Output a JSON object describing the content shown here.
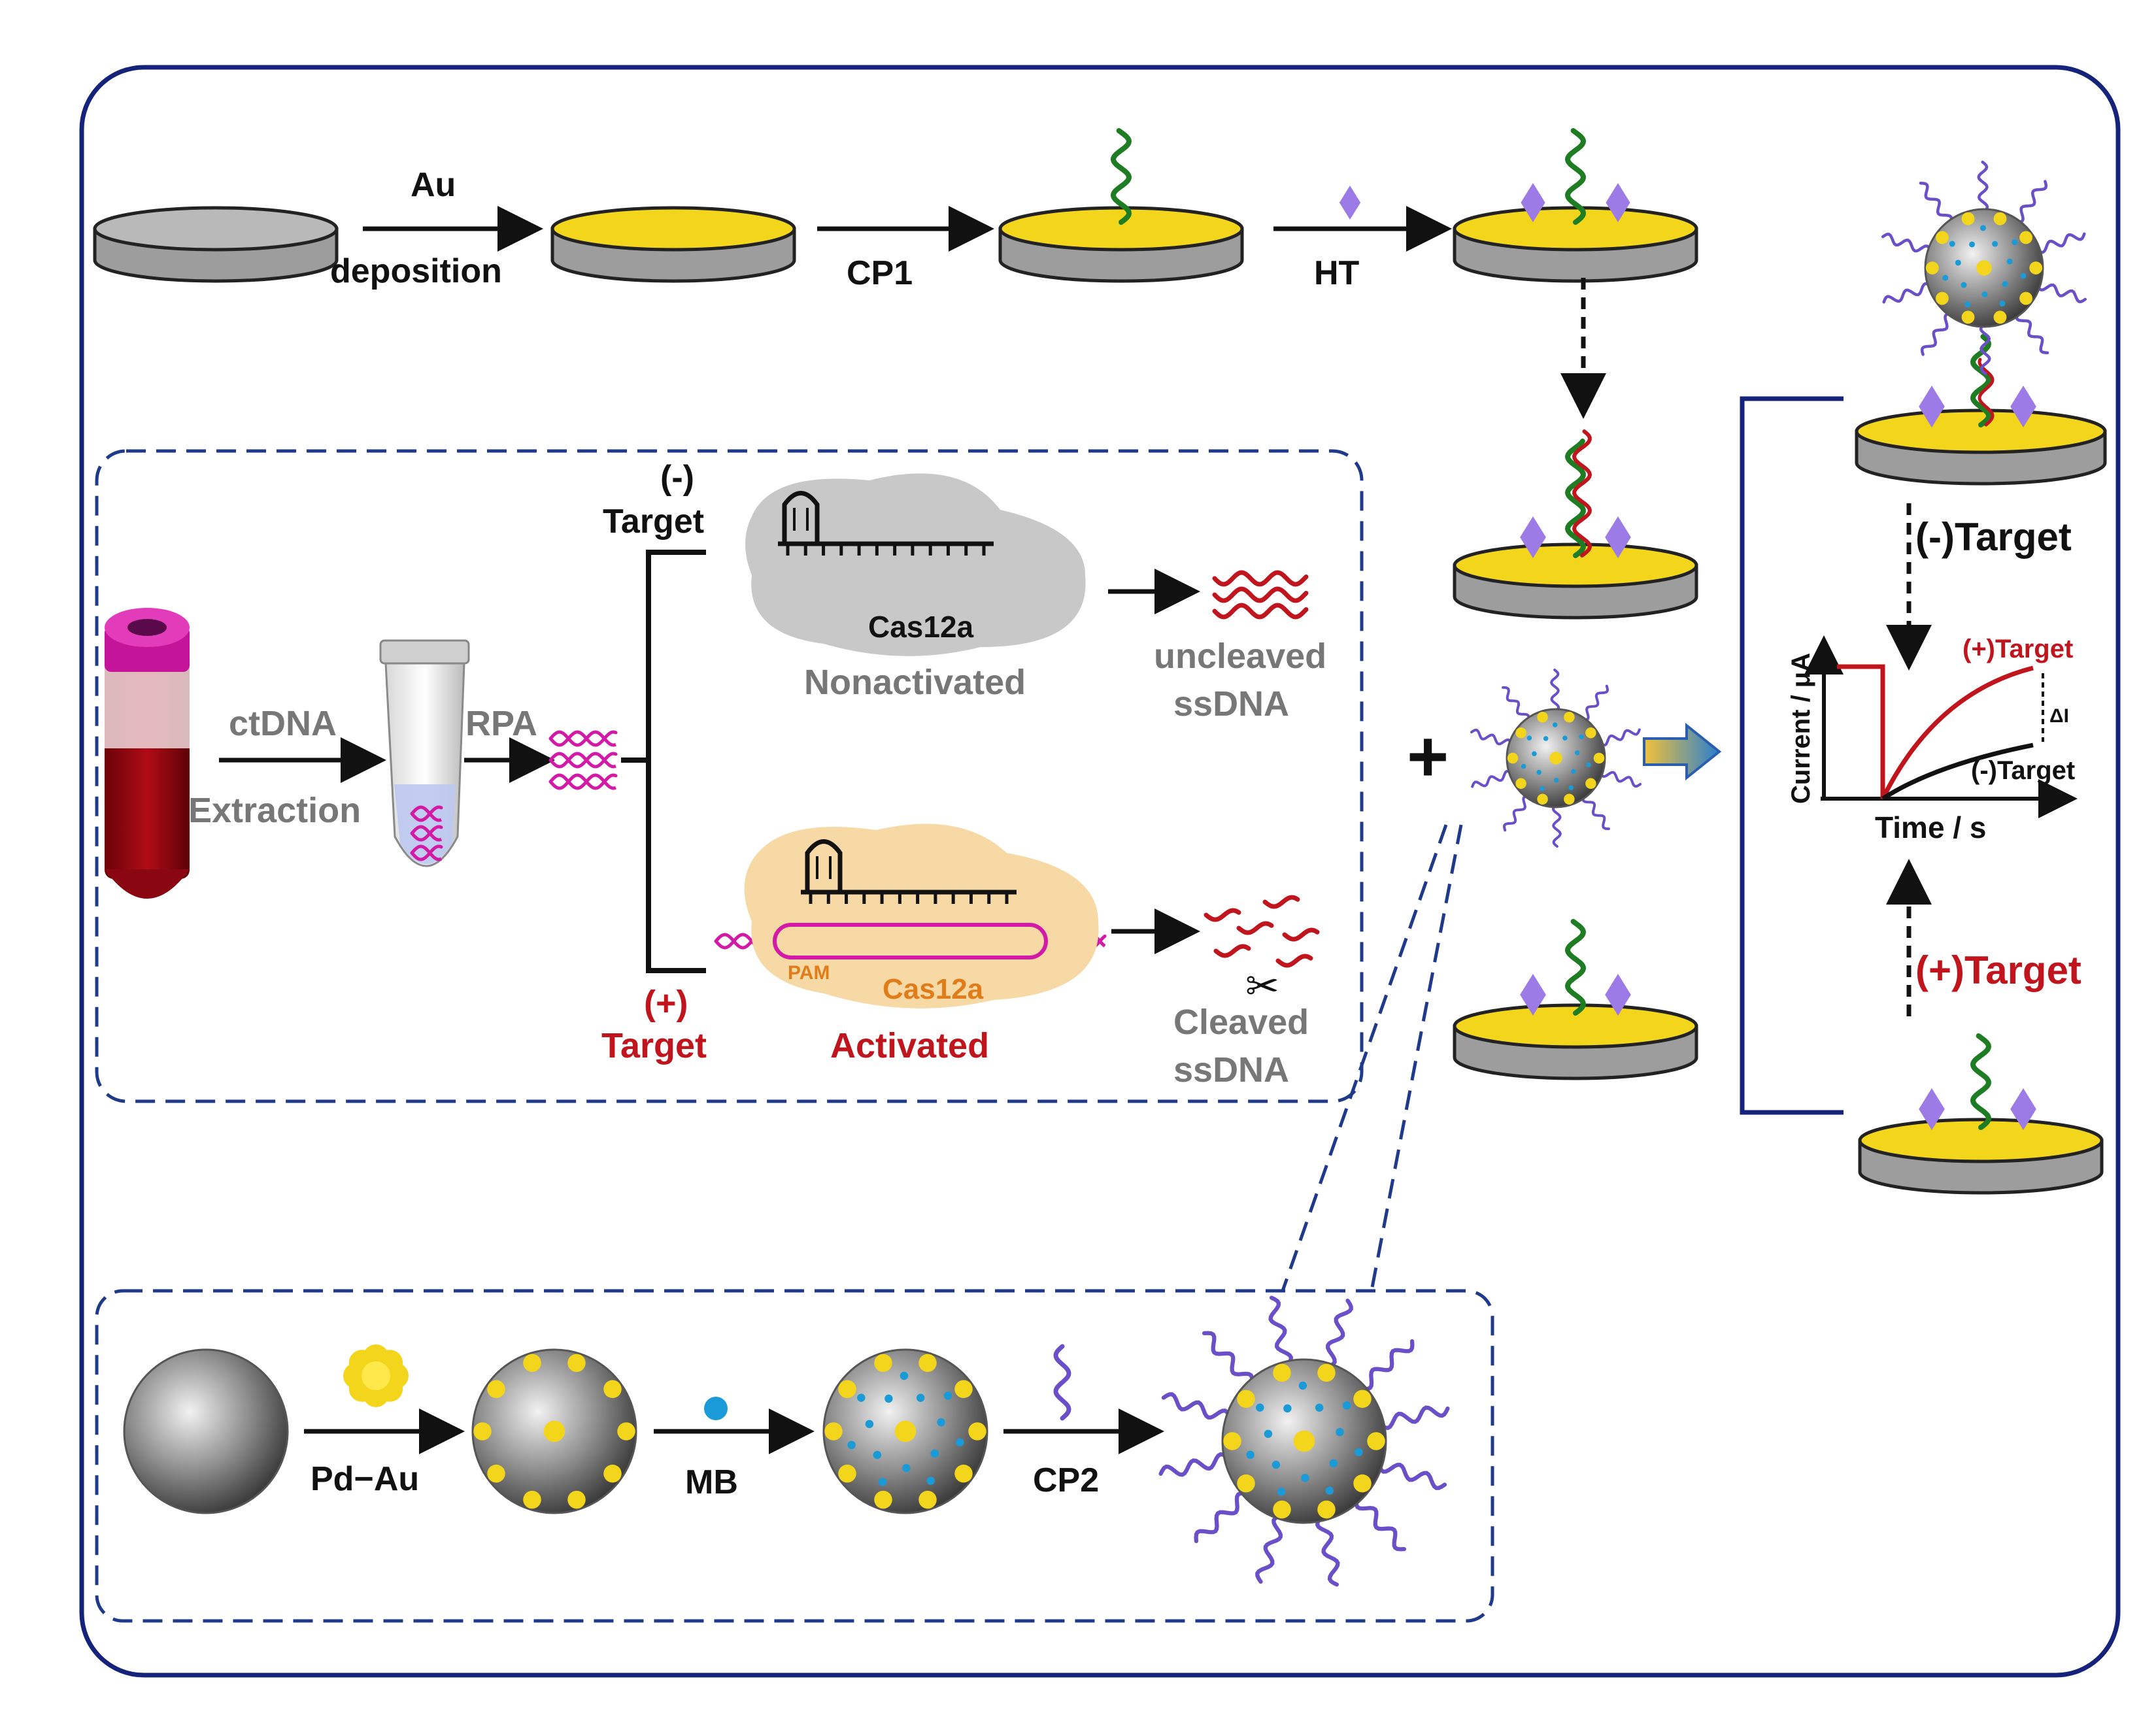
{
  "top_row": {
    "au_label": "Au",
    "deposition_label": "deposition",
    "cp1_label": "CP1",
    "ht_label": "HT"
  },
  "middle_panel": {
    "ctdna_label": "ctDNA",
    "extraction_label": "Extraction",
    "rpa_label": "RPA",
    "neg_sign": "(-)",
    "neg_target": "Target",
    "pos_sign": "(+)",
    "pos_target": "Target",
    "cas12a_top": "Cas12a",
    "nonactivated_label": "Nonactivated",
    "uncleaved_line1": "uncleaved",
    "uncleaved_line2": "ssDNA",
    "pam_label": "PAM",
    "cas12a_bottom": "Cas12a",
    "activated_label": "Activated",
    "cleaved_line1": "Cleaved",
    "cleaved_line2": "ssDNA"
  },
  "plus_sign": "+",
  "right_panel": {
    "neg_target_label": "(-)Target",
    "pos_target_label": "(+)Target"
  },
  "chart_data": {
    "type": "line",
    "xlabel": "Time / s",
    "ylabel": "Current / μA",
    "annotation": "ΔI",
    "series": [
      {
        "name": "(+)Target",
        "color": "#c0151d"
      },
      {
        "name": "(-)Target",
        "color": "#111111"
      }
    ]
  },
  "bottom_panel": {
    "pdau_label": "Pd−Au",
    "mb_label": "MB",
    "cp2_label": "CP2"
  },
  "colors": {
    "frame": "#15247a",
    "gold": "#f3d51b",
    "disk_grey": "#b9b9b9",
    "dna_green": "#1e7d22",
    "dna_red": "#c0151d",
    "probe_purple": "#6a4fc9",
    "diamond": "#9d7be6",
    "magenta": "#d21aa6",
    "mb_blue": "#1a9ad6"
  }
}
